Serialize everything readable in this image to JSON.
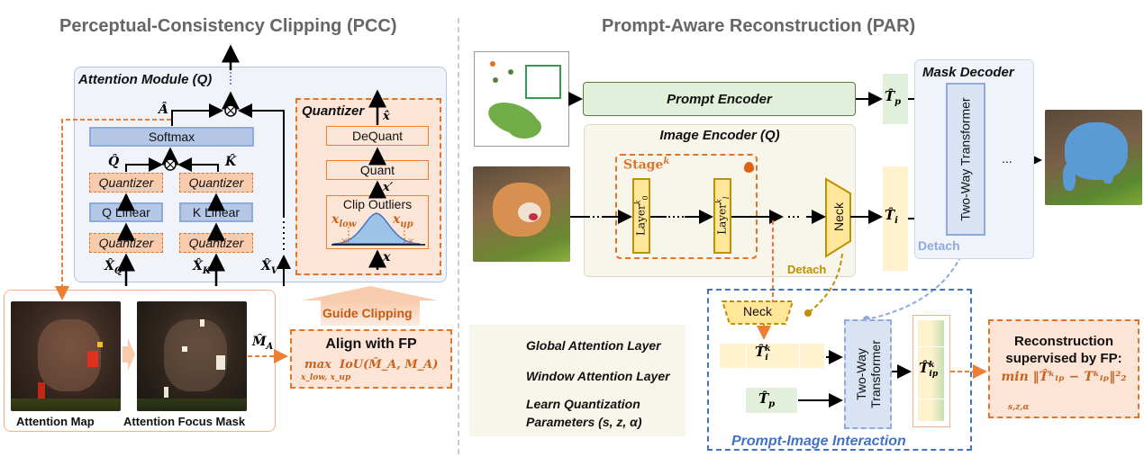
{
  "pcc": {
    "title": "Perceptual-Consistency Clipping (PCC)",
    "attention_module": {
      "title": "Attention Module (Q)",
      "softmax": "Softmax",
      "q_linear": "Q Linear",
      "k_linear": "K Linear",
      "quantizer_label": "Quantizer",
      "a_hat": "Â",
      "q_hat": "Q̂",
      "k_hat": "K̂",
      "x_q": "X̂",
      "x_q_sub": "Q",
      "x_k": "X̂",
      "x_k_sub": "K",
      "x_v": "X̂",
      "x_v_sub": "V"
    },
    "quantizer": {
      "title": "Quantizer",
      "dequant": "DeQuant",
      "quant": "Quant",
      "clip_outliers": "Clip Outliers",
      "x_hat": "x̂",
      "x_prime": "x′",
      "x": "x",
      "x_low": "x",
      "x_low_sub": "low",
      "x_up": "x",
      "x_up_sub": "up"
    },
    "attention_map_label": "Attention Map",
    "attention_focus_mask_label": "Attention Focus Mask",
    "m_a_hat": "M̂",
    "m_a_sub": "A",
    "guide_clipping": "Guide Clipping",
    "align": {
      "title": "Align with FP",
      "objective_op": "max",
      "objective_sub": "x_low, x_up",
      "objective_expr": "IoU(M̂_A, M_A)"
    }
  },
  "par": {
    "title": "Prompt-Aware Reconstruction (PAR)",
    "prompt_encoder": "Prompt Encoder",
    "image_encoder": "Image Encoder (Q)",
    "stage_label": "Stage",
    "stage_sup": "k",
    "layer0": "Layer",
    "layer0_sup": "k",
    "layer0_sub": "0",
    "layerl": "Layer",
    "layerl_sup": "k",
    "layerl_sub": "l",
    "neck": "Neck",
    "detach_label": "Detach",
    "t_p": "T̂",
    "t_p_sub": "p",
    "t_i": "T̂",
    "t_i_sub": "i",
    "mask_decoder": {
      "title": "Mask Decoder",
      "two_way": "Two-Way Transformer",
      "detach": "Detach",
      "ellipsis": "..."
    },
    "legend": {
      "global": "Global Attention Layer",
      "window": "Window Attention Layer",
      "learn_line1": "Learn Quantization",
      "learn_line2": "Parameters (s, z, α)"
    },
    "interaction": {
      "title": "Prompt-Image Interaction",
      "neck": "Neck",
      "t_ik": "T̂",
      "t_ik_sup": "k",
      "t_ik_sub": "i",
      "t_p": "T̂",
      "t_p_sub": "p",
      "two_way_line1": "Two-Way",
      "two_way_line2": "Transformer",
      "t_ipk": "T̂",
      "t_ipk_sup": "k",
      "t_ipk_sub": "ip"
    },
    "reconstruction": {
      "line1": "Reconstruction",
      "line2": "supervised by FP:",
      "op": "min",
      "op_sub": "s,z,α",
      "expr": "‖T̂ᵏᵢₚ − Tᵏᵢₚ‖²₂"
    }
  },
  "colors": {
    "orange": "#ed7d31",
    "blue": "#4472c4",
    "green": "#70ad47",
    "gold": "#bf9000",
    "gray_title": "#666666"
  }
}
